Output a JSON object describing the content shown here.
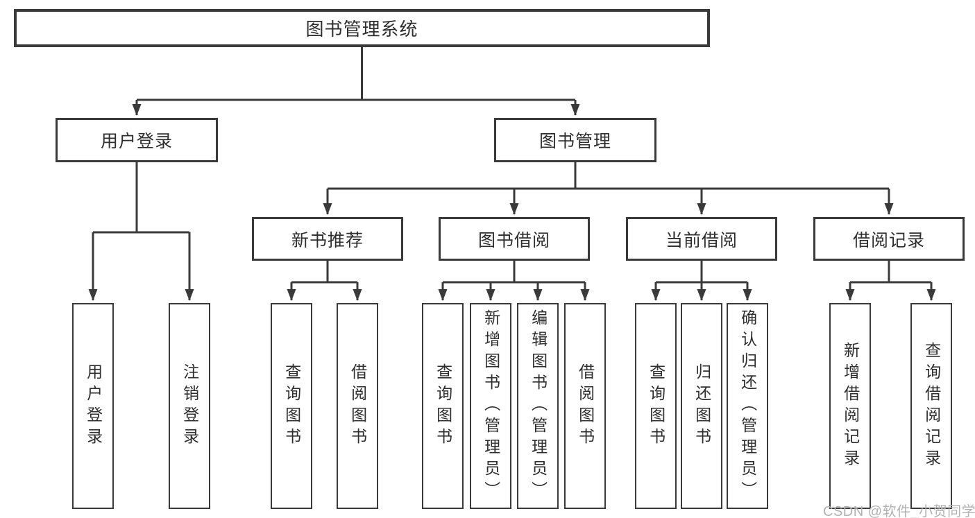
{
  "diagram_type": "hierarchy",
  "colors": {
    "line": "#3a3a3a",
    "text": "#2e2e2e",
    "box_background": "#ffffff",
    "page_background": "#ffffff",
    "watermark": "#b2b2b2"
  },
  "tree": {
    "label": "图书管理系统",
    "children": [
      {
        "label": "用户登录",
        "children": [
          {
            "label": "用户登录"
          },
          {
            "label": "注销登录"
          }
        ]
      },
      {
        "label": "图书管理",
        "children": [
          {
            "label": "新书推荐",
            "children": [
              {
                "label": "查询图书"
              },
              {
                "label": "借阅图书"
              }
            ]
          },
          {
            "label": "图书借阅",
            "children": [
              {
                "label": "查询图书"
              },
              {
                "label": "新增图书（管理员）"
              },
              {
                "label": "编辑图书（管理员）"
              },
              {
                "label": "借阅图书"
              }
            ]
          },
          {
            "label": "当前借阅",
            "children": [
              {
                "label": "查询图书"
              },
              {
                "label": "归还图书"
              },
              {
                "label": "确认归还（管理员）"
              }
            ]
          },
          {
            "label": "借阅记录",
            "children": [
              {
                "label": "新增借阅记录"
              },
              {
                "label": "查询借阅记录"
              }
            ]
          }
        ]
      }
    ]
  },
  "watermark": {
    "text": "CSDN @软件_小贺同学"
  }
}
